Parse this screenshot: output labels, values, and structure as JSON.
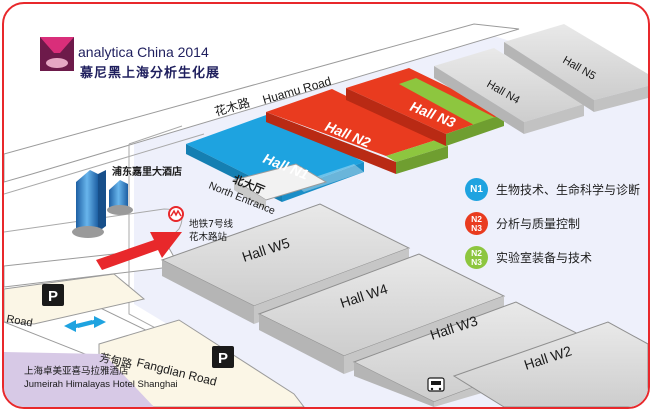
{
  "brand": {
    "name": "analytica China 2014",
    "chinese_name": "慕尼黑上海分析生化展"
  },
  "roads": {
    "huamu_cn": "花木路",
    "huamu_en": "Huamu Road",
    "fangdian_cn": "芳甸路",
    "fangdian_en": "Fangdian Road",
    "road_fragment": "Road"
  },
  "halls": {
    "n1": "Hall N1",
    "n2": "Hall N2",
    "n3": "Hall N3",
    "n4": "Hall N4",
    "n5": "Hall N5",
    "w2": "Hall W2",
    "w3": "Hall W3",
    "w4": "Hall W4",
    "w5": "Hall W5"
  },
  "landmarks": {
    "north_entrance_cn": "北大厅",
    "north_entrance_en": "North Entrance",
    "hotel_kerry": "浦东嘉里大酒店",
    "metro_line1": "地铁7号线",
    "metro_line2": "花木路站",
    "hotel_jumeirah_cn": "上海卓美亚喜马拉雅酒店",
    "hotel_jumeirah_en": "Jumeirah Himalayas Hotel Shanghai",
    "parking_symbol": "P"
  },
  "legend": [
    {
      "badge_lines": [
        "N1"
      ],
      "label": "生物技术、生命科学与诊断",
      "color": "#1ea3e0"
    },
    {
      "badge_lines": [
        "N2",
        "N3"
      ],
      "label": "分析与质量控制",
      "color": "#e93b1f"
    },
    {
      "badge_lines": [
        "N2",
        "N3"
      ],
      "label": "实验室装备与技术",
      "color": "#8dc63f"
    }
  ],
  "colors": {
    "frame": "#e8282b",
    "hall_blue": "#1ea3e0",
    "hall_red": "#e93b1f",
    "hall_green": "#8dc63f",
    "hall_grey": "#d8d8d8",
    "arrow": "#e8282b"
  },
  "icons": [
    "metro-icon",
    "parking-icon",
    "direction-arrow-icon",
    "bus-icon",
    "two-way-arrow-icon"
  ]
}
